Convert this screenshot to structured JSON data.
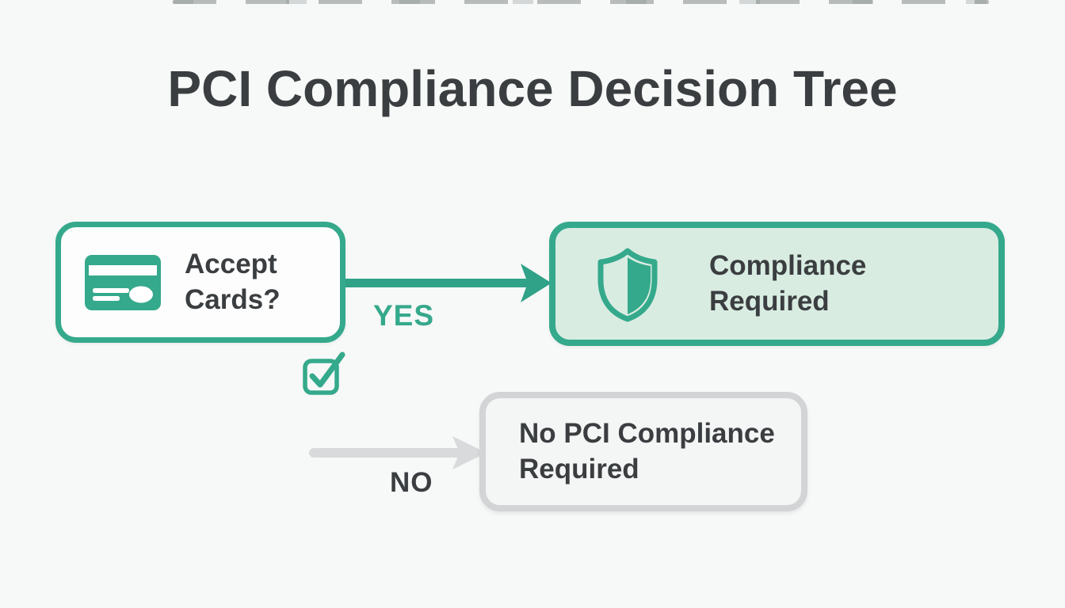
{
  "title": "PCI Compliance Decision Tree",
  "colors": {
    "green": "#35a98b",
    "green_arrow": "#2fa287",
    "mint_fill": "#d9ece2",
    "white_fill": "#fdfdfd",
    "gray_border": "#d2d4d5",
    "gray_fill": "#f4f5f5",
    "gray_arrow": "#d8dadb",
    "text_dark": "#3b3e40",
    "background": "#f7f8f8"
  },
  "nodes": {
    "decision": {
      "label": "Accept Cards?",
      "icon": "credit-card-icon"
    },
    "yes_outcome": {
      "label": "Compliance Required",
      "icon": "shield-icon"
    },
    "no_outcome": {
      "label": "No PCI Compliance Required"
    }
  },
  "edges": {
    "yes": {
      "label": "YES",
      "marker_icon": "checkbox-checkmark-icon"
    },
    "no": {
      "label": "NO"
    }
  }
}
